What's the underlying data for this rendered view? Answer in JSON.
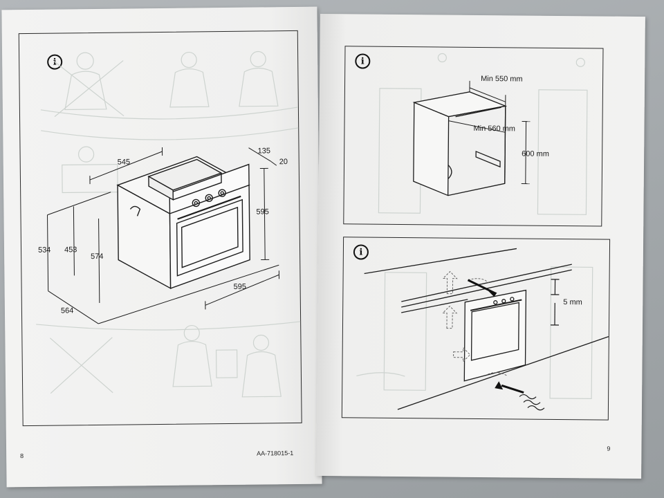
{
  "left_page": {
    "page_number": "8",
    "doc_code": "AA-718015-1",
    "panel_icon": "info-icon",
    "dimensions": {
      "d545": "545",
      "d135": "135",
      "d20": "20",
      "d595_height": "595",
      "d534": "534",
      "d453": "453",
      "d574": "574",
      "d564": "564",
      "d595_width": "595"
    }
  },
  "right_page": {
    "page_number": "9",
    "top_panel": {
      "icon": "info-icon",
      "min_width_top": "Min 550 mm",
      "min_width_inner": "Min 560 mm",
      "height": "600 mm"
    },
    "bottom_panel": {
      "icon": "info-icon",
      "gap": "5 mm"
    }
  }
}
